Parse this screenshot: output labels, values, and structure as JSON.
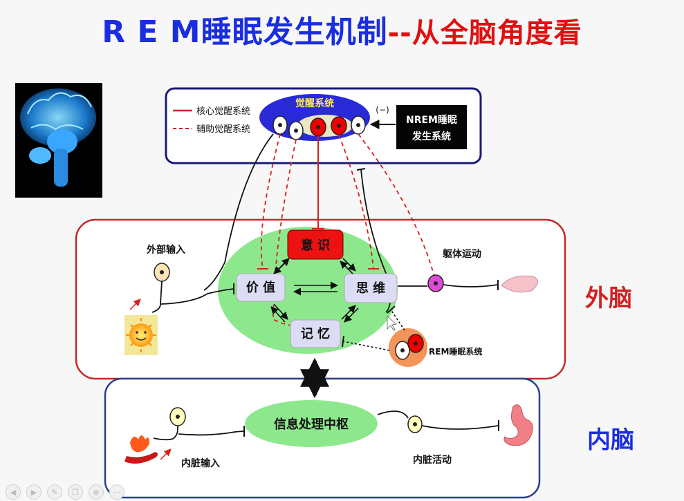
{
  "title": {
    "part1": "R E M睡眠发生机制",
    "part2": "--从全脑角度看"
  },
  "wake_system": {
    "label": "觉醒系统",
    "legend_core": "核心觉醒系统",
    "legend_aux": "辅助觉醒系统",
    "inhibit": "(−)",
    "nrem_line1": "NREM睡眠",
    "nrem_line2": "发生系统"
  },
  "outer_brain": {
    "label": "外脑",
    "consciousness": "意 识",
    "value": "价 值",
    "thinking": "思 维",
    "memory": "记 忆",
    "external_input": "外部输入",
    "body_movement": "躯体运动",
    "rem_system": "REM睡眠系统"
  },
  "inner_brain": {
    "label": "内脑",
    "center": "信息处理中枢",
    "visceral_input": "内脏输入",
    "visceral_activity": "内脏活动"
  },
  "colors": {
    "title_blue": "#1a2ee0",
    "title_red": "#e01010",
    "red": "#d42020",
    "green": "#8de88d",
    "navy": "#1a1a7a"
  },
  "toolbar": {
    "icons": [
      "prev-icon",
      "play-icon",
      "pen-icon",
      "copy-icon",
      "zoom-icon",
      "more-icon"
    ]
  }
}
